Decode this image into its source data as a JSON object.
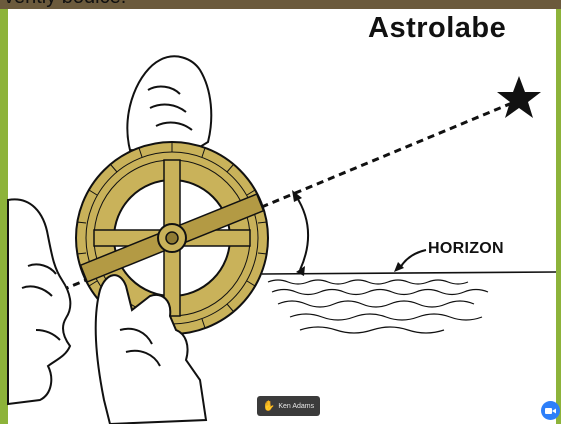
{
  "strip_text": "ventiy bodice.",
  "title": "Astrolabe",
  "horizon_label": "HORIZON",
  "participant": {
    "name": "Ken Adams",
    "icon": "raised-hand-icon"
  },
  "camera_button_icon": "video-camera-icon",
  "colors": {
    "frame_green": "#8db33a",
    "astrolabe_brass": "#c9b25a",
    "camera_blue": "#2d7ff9"
  }
}
